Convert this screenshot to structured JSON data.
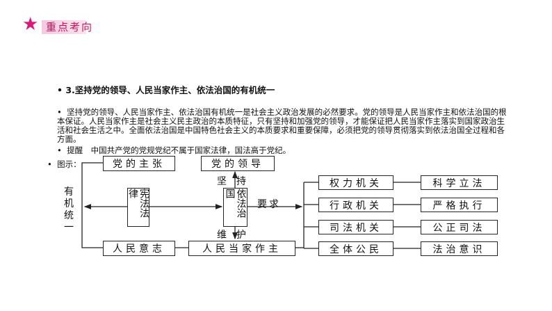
{
  "header": {
    "badge": "重点考向"
  },
  "content": {
    "heading": "3.坚持党的领导、人民当家作主、依法治国的有机统一",
    "paragraph": "坚持党的领导、人民当家作主、依法治国有机统一是社会主义政治发展的必然要求。党的领导是人民当家作主和依法治国的根本保证。人民当家作主是社会主义民主政治的本质特征，只有坚持和加强党的领导，才能保证把人民当家作主落实到国家政治生活和社会生活之中。全面依法治国是中国特色社会主义的本质要求和重要保障，必须把党的领导贯彻落实到依法治国全过程和各方面。",
    "tip": "提醒　中国共产党的党规党纪不属于国家法律，国法高于党纪。",
    "diagram_label": "图示："
  },
  "diagram": {
    "left_label": "有机统一",
    "party_proposition": "党的主张",
    "party_leadership": "党的领导",
    "constitution_law": "宪法法律",
    "rule_of_law": "依法治国",
    "uphold": "坚　持",
    "maintain": "维　护",
    "requires": "要求",
    "people_will": "人民意志",
    "people_masters": "人民当家作主",
    "organs": [
      "权力机关",
      "行政机关",
      "司法机关",
      "全体公民"
    ],
    "results": [
      "科学立法",
      "严格执行",
      "公正司法",
      "法治意识"
    ]
  }
}
